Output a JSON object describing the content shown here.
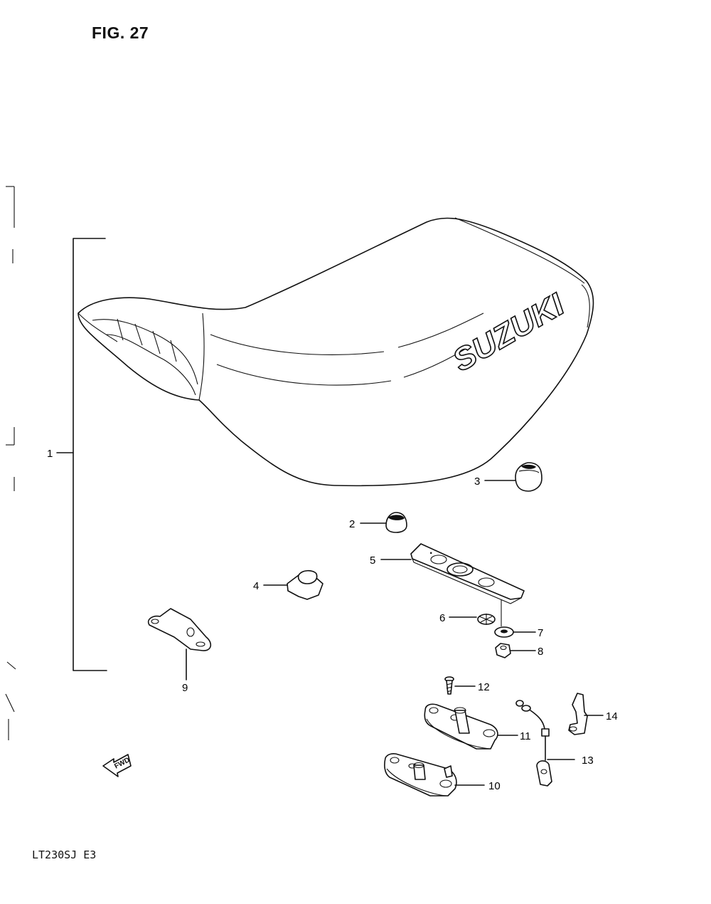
{
  "figure": {
    "title": "FIG. 27",
    "model_code": "LT230SJ E3"
  },
  "seat_brand": "SUZUKI",
  "fwd_arrow_label": "FWD",
  "callouts": [
    {
      "id": "1",
      "label": "1"
    },
    {
      "id": "2",
      "label": "2"
    },
    {
      "id": "3",
      "label": "3"
    },
    {
      "id": "4",
      "label": "4"
    },
    {
      "id": "5",
      "label": "5"
    },
    {
      "id": "6",
      "label": "6"
    },
    {
      "id": "7",
      "label": "7"
    },
    {
      "id": "8",
      "label": "8"
    },
    {
      "id": "9",
      "label": "9"
    },
    {
      "id": "10",
      "label": "10"
    },
    {
      "id": "11",
      "label": "11"
    },
    {
      "id": "12",
      "label": "12"
    },
    {
      "id": "13",
      "label": "13"
    },
    {
      "id": "14",
      "label": "14"
    }
  ]
}
